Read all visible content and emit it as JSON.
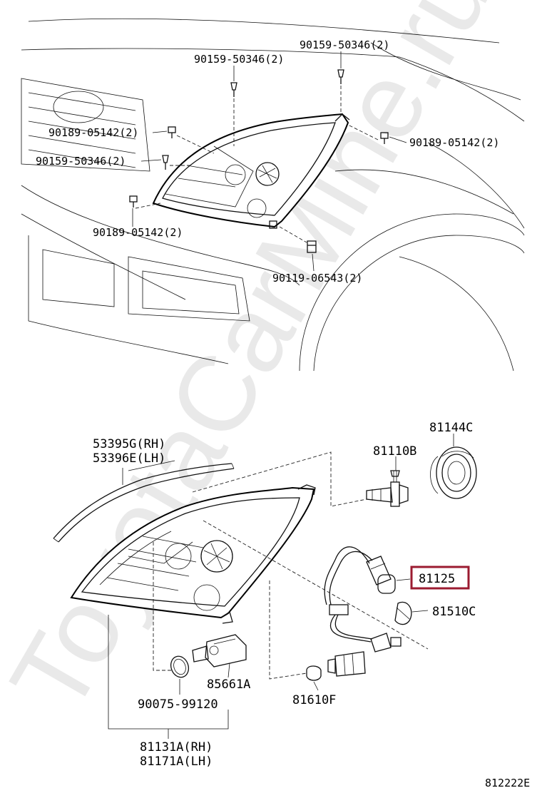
{
  "labels": {
    "upper_a": "90159-50346(2)",
    "upper_b": "90159-50346(2)",
    "upper_c": "90189-05142(2)",
    "upper_d": "90189-05142(2)",
    "upper_e": "90159-50346(2)",
    "upper_f": "90189-05142(2)",
    "upper_g": "90119-06543(2)",
    "moulding_rh": "53395G(RH)",
    "moulding_lh": "53396E(LH)",
    "bulb_81110b": "81110B",
    "cap_81144c": "81144C",
    "socket_81125": "81125",
    "bulb_81510c": "81510C",
    "bulb_81610f": "81610F",
    "actuator_85661a": "85661A",
    "oring_90075": "90075-99120",
    "assy_rh": "81131A(RH)",
    "assy_lh": "81171A(LH)"
  },
  "diagram_id": "812222E",
  "watermark": "ToyotaCarMine.ru",
  "colors": {
    "highlight": "#9b1b30",
    "line": "#000000",
    "watermark": "#e9e9e9"
  }
}
